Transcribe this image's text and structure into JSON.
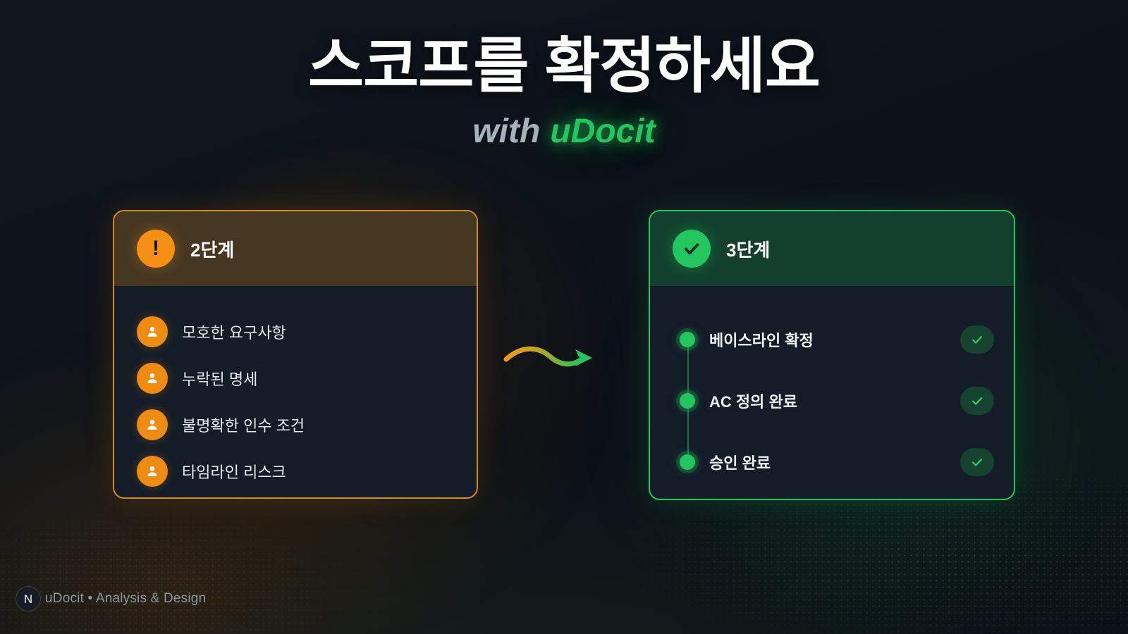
{
  "header": {
    "title": "스코프를 확정하세요",
    "subtitle_prefix": "with",
    "subtitle_brand": "uDocit"
  },
  "colors": {
    "background": "#0d1219",
    "card_surface": "#141c27",
    "warn_accent": "#d08a1e",
    "warn_icon": "#ee8b12",
    "warn_header_bg": "#463722",
    "success_accent": "#22c55e",
    "success_header_bg": "#12402d",
    "success_pill_bg": "#16432f",
    "text_primary": "#e7eaee",
    "text_muted": "#8d96a1"
  },
  "left_card": {
    "badge_icon": "exclamation-icon",
    "badge_glyph": "!",
    "title": "2단계",
    "items": [
      {
        "icon": "user-icon",
        "label": "모호한 요구사항"
      },
      {
        "icon": "user-icon",
        "label": "누락된 명세"
      },
      {
        "icon": "user-icon",
        "label": "불명확한 인수 조건"
      },
      {
        "icon": "user-icon",
        "label": "타임라인 리스크"
      }
    ]
  },
  "right_card": {
    "badge_icon": "check-circle-icon",
    "title": "3단계",
    "items": [
      {
        "icon": "dot-icon",
        "label": "베이스라인 확정",
        "status_icon": "check-icon"
      },
      {
        "icon": "dot-icon",
        "label": "AC 정의 완료",
        "status_icon": "check-icon"
      },
      {
        "icon": "dot-icon",
        "label": "승인 완료",
        "status_icon": "check-icon"
      }
    ]
  },
  "connector": {
    "icon": "curved-arrow-right-icon",
    "start_color": "#f09a1b",
    "end_color": "#22c55e"
  },
  "footer": {
    "logo_letter": "N",
    "text": "uDocit • Analysis & Design"
  }
}
